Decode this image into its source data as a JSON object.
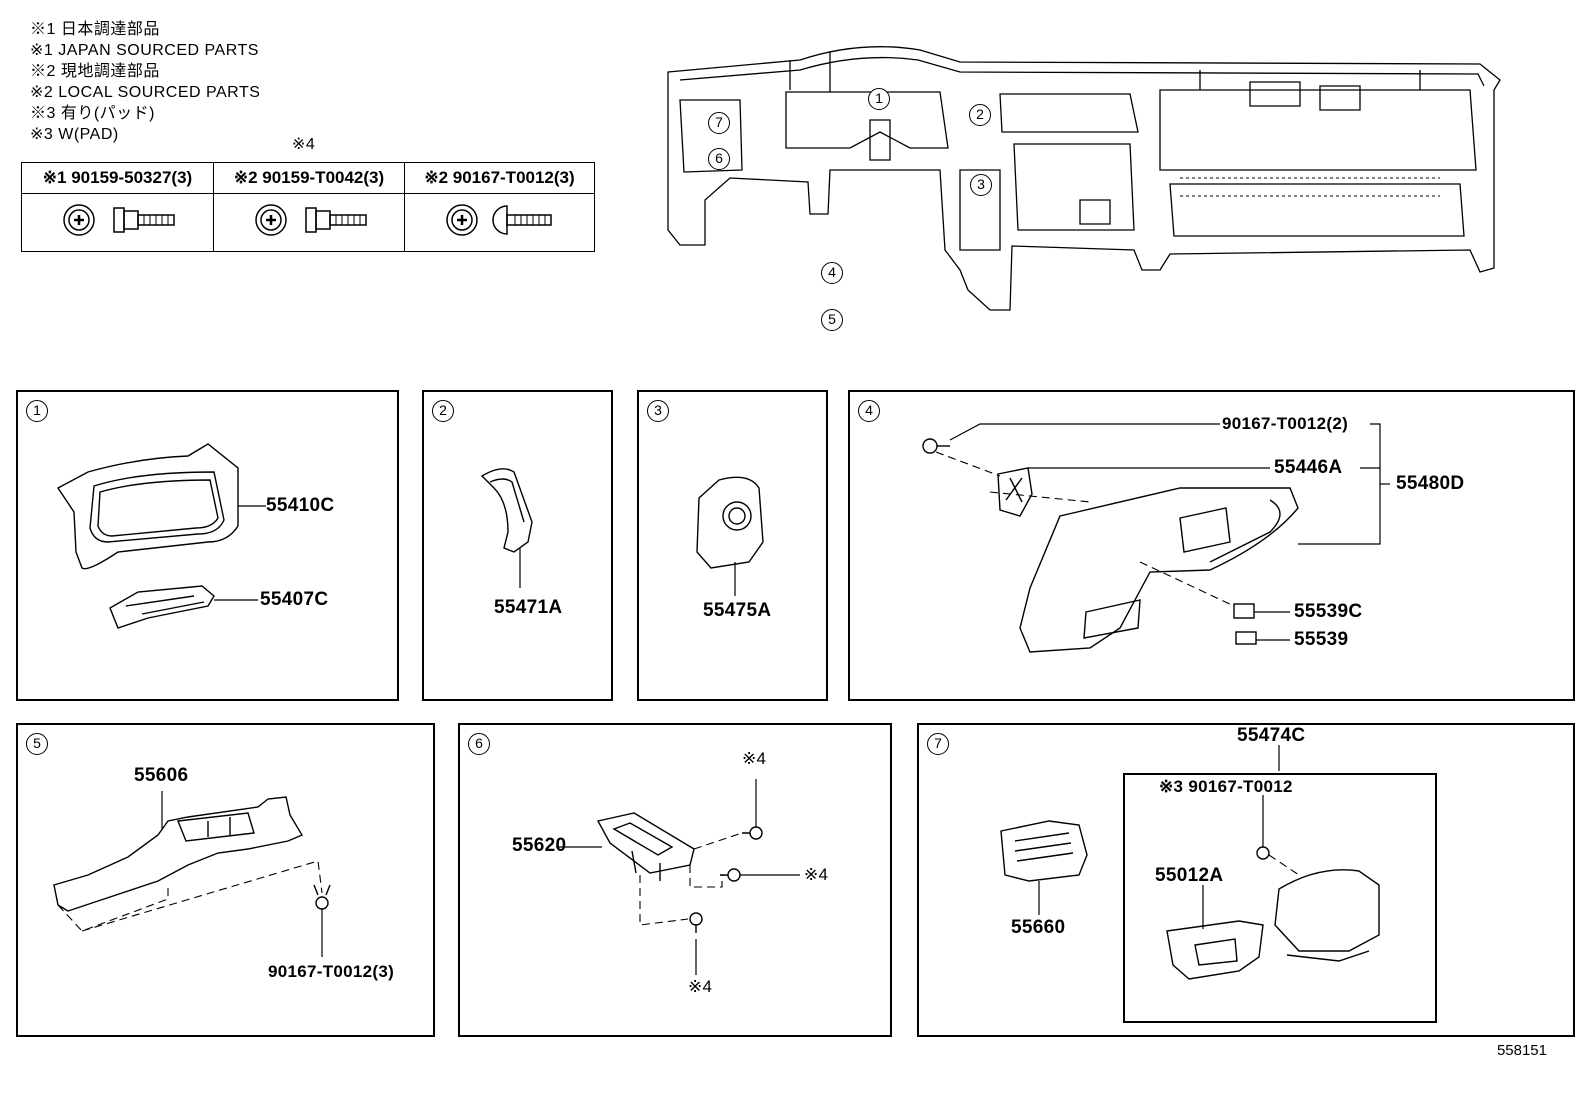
{
  "notes": [
    "※1 日本調達部品",
    "※1 JAPAN SOURCED PARTS",
    "※2 現地調達部品",
    "※2 LOCAL SOURCED PARTS",
    "※3 有り(パッド)",
    "※3 W(PAD)"
  ],
  "bolt_table": {
    "marker": "※4",
    "columns": [
      {
        "label": "※1 90159-50327(3)"
      },
      {
        "label": "※2 90159-T0042(3)"
      },
      {
        "label": "※2 90167-T0012(3)"
      }
    ]
  },
  "overview_callouts": [
    "1",
    "2",
    "3",
    "4",
    "5",
    "6",
    "7"
  ],
  "panels": [
    {
      "num": "1",
      "parts": [
        "55410C",
        "55407C"
      ]
    },
    {
      "num": "2",
      "parts": [
        "55471A"
      ]
    },
    {
      "num": "3",
      "parts": [
        "55475A"
      ]
    },
    {
      "num": "4",
      "parts": [
        "90167-T0012(2)",
        "55446A",
        "55480D",
        "55539C",
        "55539"
      ]
    },
    {
      "num": "5",
      "parts": [
        "55606",
        "90167-T0012(3)"
      ]
    },
    {
      "num": "6",
      "parts": [
        "55620",
        "※4",
        "※4",
        "※4"
      ]
    },
    {
      "num": "7",
      "parts": [
        "55474C",
        "※3 90167-T0012",
        "55012A",
        "55660"
      ]
    }
  ],
  "ref_number": "558151",
  "icons": {
    "bolt_head": "phillips-head-icon",
    "bolt": "flange-bolt-icon"
  }
}
